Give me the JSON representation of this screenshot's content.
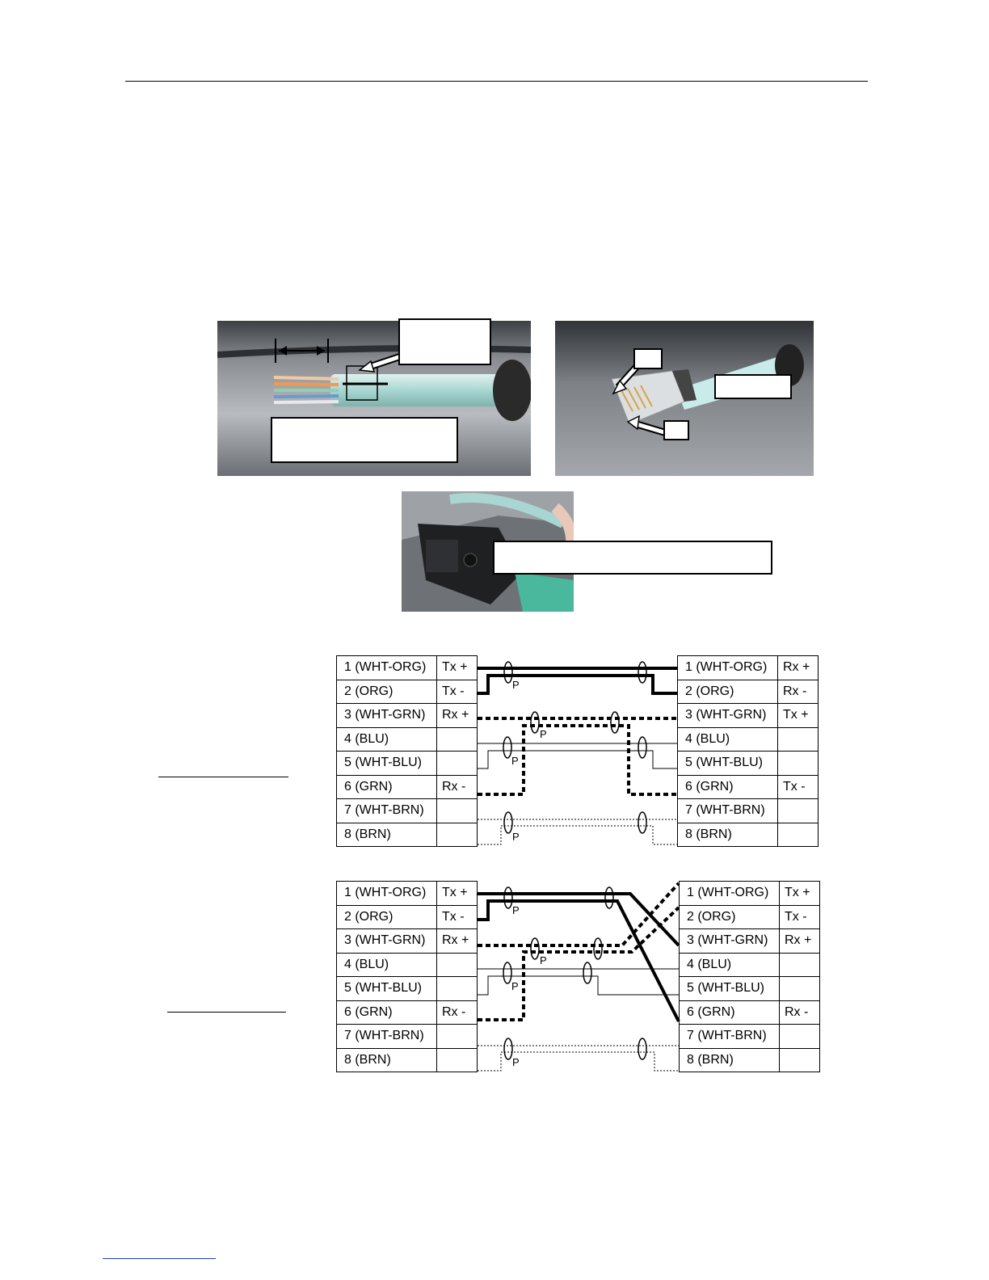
{
  "colors": {
    "line": "#000000",
    "background": "#ffffff",
    "cable": "#a9d6d2",
    "photo_bg": "#5a5e62"
  },
  "pinouts": [
    {
      "id": "straight",
      "left": [
        {
          "name": "1 (WHT-ORG)",
          "signal": "Tx +"
        },
        {
          "name": "2 (ORG)",
          "signal": "Tx -"
        },
        {
          "name": "3 (WHT-GRN)",
          "signal": "Rx +"
        },
        {
          "name": "4 (BLU)",
          "signal": ""
        },
        {
          "name": "5 (WHT-BLU)",
          "signal": ""
        },
        {
          "name": "6 (GRN)",
          "signal": "Rx -"
        },
        {
          "name": "7 (WHT-BRN)",
          "signal": ""
        },
        {
          "name": "8 (BRN)",
          "signal": ""
        }
      ],
      "right": [
        {
          "name": "1 (WHT-ORG)",
          "signal": "Rx +"
        },
        {
          "name": "2 (ORG)",
          "signal": "Rx -"
        },
        {
          "name": "3 (WHT-GRN)",
          "signal": "Tx +"
        },
        {
          "name": "4 (BLU)",
          "signal": ""
        },
        {
          "name": "5 (WHT-BLU)",
          "signal": ""
        },
        {
          "name": "6 (GRN)",
          "signal": "Tx -"
        },
        {
          "name": "7 (WHT-BRN)",
          "signal": ""
        },
        {
          "name": "8 (BRN)",
          "signal": ""
        }
      ],
      "pair_labels": [
        "P",
        "P",
        "P",
        "P"
      ]
    },
    {
      "id": "crossover",
      "left": [
        {
          "name": "1 (WHT-ORG)",
          "signal": "Tx +"
        },
        {
          "name": "2 (ORG)",
          "signal": "Tx -"
        },
        {
          "name": "3 (WHT-GRN)",
          "signal": "Rx +"
        },
        {
          "name": "4 (BLU)",
          "signal": ""
        },
        {
          "name": "5 (WHT-BLU)",
          "signal": ""
        },
        {
          "name": "6 (GRN)",
          "signal": "Rx -"
        },
        {
          "name": "7 (WHT-BRN)",
          "signal": ""
        },
        {
          "name": "8 (BRN)",
          "signal": ""
        }
      ],
      "right": [
        {
          "name": "1 (WHT-ORG)",
          "signal": "Tx +"
        },
        {
          "name": "2 (ORG)",
          "signal": "Tx -"
        },
        {
          "name": "3 (WHT-GRN)",
          "signal": "Rx +"
        },
        {
          "name": "4 (BLU)",
          "signal": ""
        },
        {
          "name": "5 (WHT-BLU)",
          "signal": ""
        },
        {
          "name": "6 (GRN)",
          "signal": "Rx -"
        },
        {
          "name": "7 (WHT-BRN)",
          "signal": ""
        },
        {
          "name": "8 (BRN)",
          "signal": ""
        }
      ],
      "pair_labels": [
        "P",
        "P",
        "P",
        "P"
      ]
    }
  ]
}
